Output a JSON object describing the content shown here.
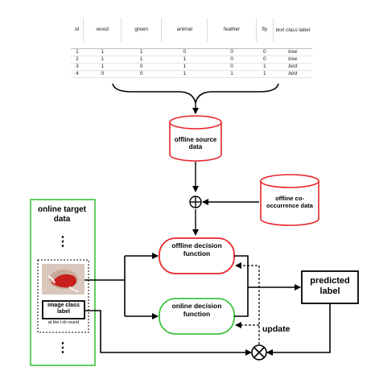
{
  "table": {
    "headers": [
      "id",
      "wood",
      "green",
      "animal",
      "feather",
      "fly",
      "text class label"
    ],
    "rows": [
      [
        "1",
        "1",
        "1",
        "0",
        "0",
        "0",
        "tree"
      ],
      [
        "2",
        "1",
        "1",
        "1",
        "0",
        "0",
        "tree"
      ],
      [
        "3",
        "1",
        "0",
        "1",
        "0",
        "1",
        "bird"
      ],
      [
        "4",
        "0",
        "0",
        "1",
        "1",
        "1",
        "bird"
      ]
    ]
  },
  "nodes": {
    "offline_source": "offline source data",
    "cooccurrence": "offline co-occurrence data",
    "online_target": "online target data",
    "offline_decision": "offline decision function",
    "online_decision": "online decision function",
    "predicted": "predicted label",
    "image_class_label": "image class label",
    "round_note": "at the i-th round",
    "update": "update",
    "vdots": "⋮",
    "plus": "⊕",
    "otimes": "⊗"
  },
  "colors": {
    "red": "#e8262a",
    "green": "#3ec33e",
    "black": "#000000"
  }
}
